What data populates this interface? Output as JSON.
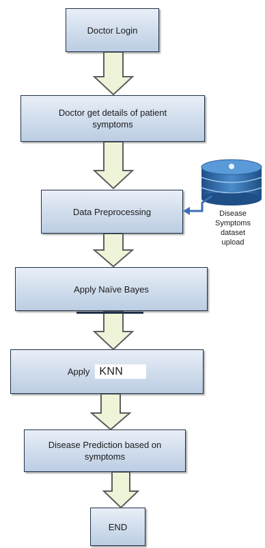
{
  "steps": {
    "login": "Doctor Login",
    "symptoms": "Doctor get details of patient symptoms",
    "preprocess": "Data Preprocessing",
    "naive_bayes": "Apply Naïve Bayes",
    "knn_prefix": "Apply",
    "knn_label": "KNN",
    "prediction": "Disease Prediction based on symptoms",
    "end": "END"
  },
  "dataset": {
    "label_line1": "Disease",
    "label_line2": "Symptoms",
    "label_line3": "dataset",
    "label_line4": "upload"
  },
  "colors": {
    "box_border": "#1f2f45",
    "box_fill": "#cfdcec",
    "arrow_fill": "#eef4d8",
    "arrow_stroke": "#5c5c5c",
    "db_fill": "#2f6aa8",
    "connector": "#3b6fb6"
  },
  "icons": {
    "database": "database-icon"
  }
}
